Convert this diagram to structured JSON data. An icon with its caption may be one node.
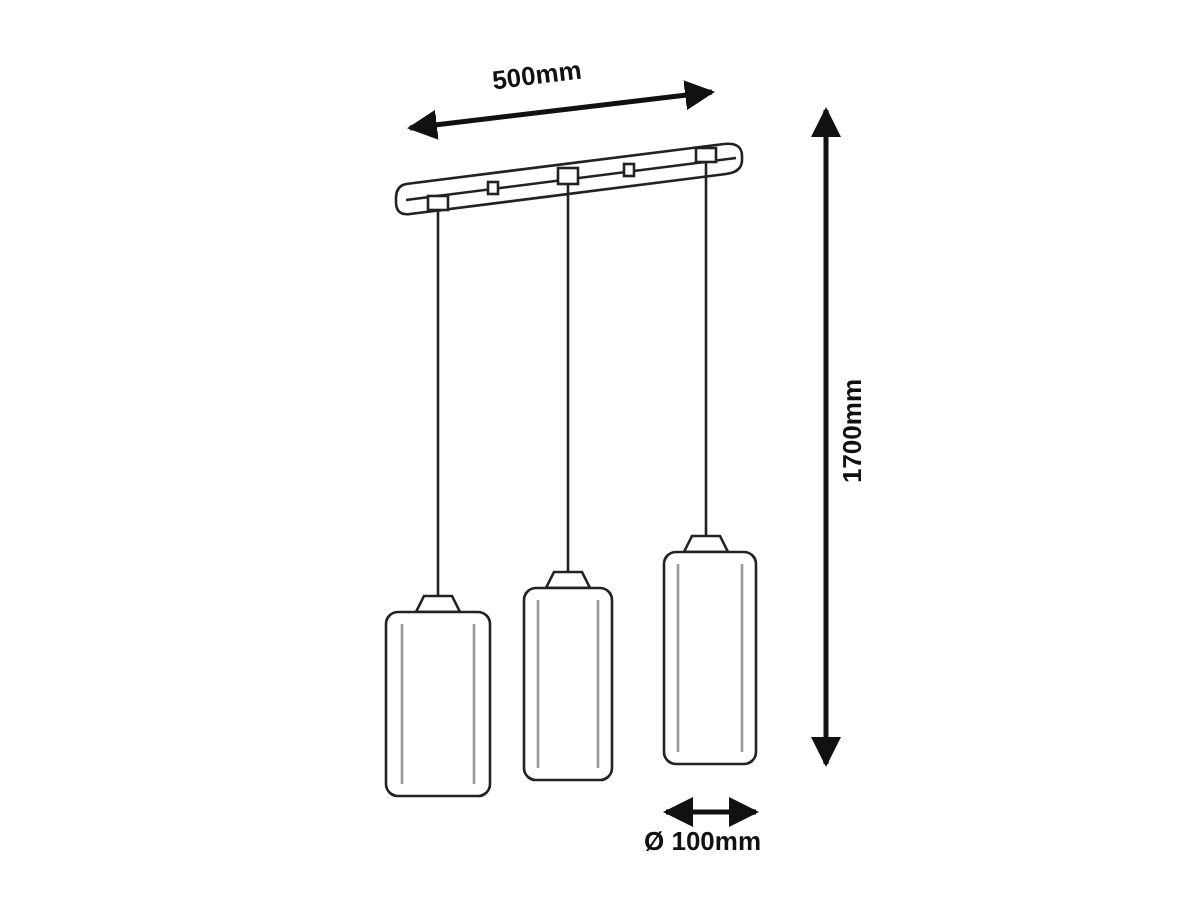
{
  "diagram": {
    "labels": [
      "500mm",
      "1700mm",
      "Ø 100mm"
    ]
  }
}
